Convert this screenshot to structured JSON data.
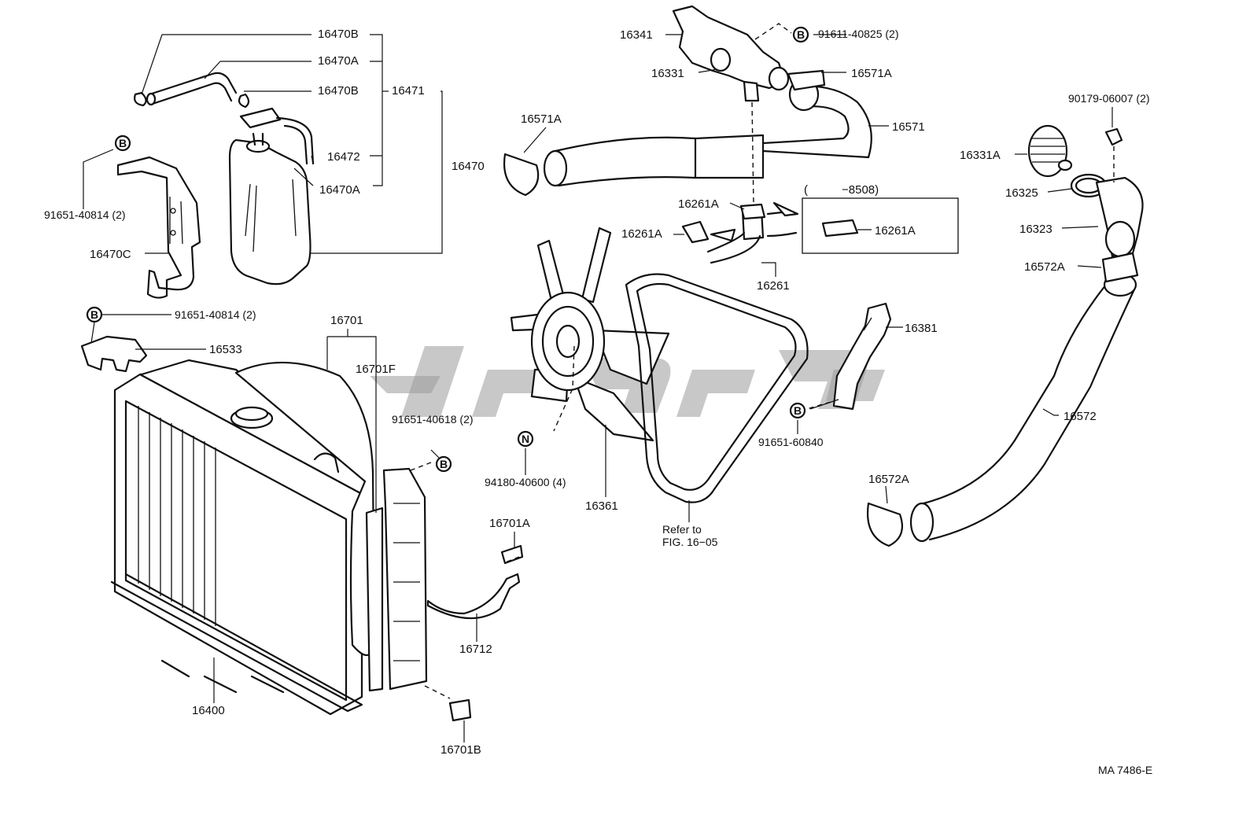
{
  "diagram": {
    "ref_code": "MA 7486-E",
    "note": {
      "line1": "Refer to",
      "line2": "FIG. 16−05"
    },
    "range": {
      "paren": "(",
      "code": "−8508)"
    },
    "circle_letters": {
      "b": "B",
      "n": "N"
    },
    "labels": {
      "p16470B_top": "16470B",
      "p16470A_top": "16470A",
      "p16470B_mid": "16470B",
      "p16471": "16471",
      "p16472": "16472",
      "p16470A_mid": "16470A",
      "p16470": "16470",
      "p91651_40814_a": "91651-40814 (2)",
      "p16470C": "16470C",
      "p91651_40814_b": "91651-40814 (2)",
      "p16533": "16533",
      "p16701": "16701",
      "p16701F": "16701F",
      "p91651_40618": "91651-40618 (2)",
      "p16400": "16400",
      "p16701A": "16701A",
      "p16712": "16712",
      "p16701B": "16701B",
      "p16341": "16341",
      "p91611_40825": "91611-40825 (2)",
      "p16331": "16331",
      "p16571A_top": "16571A",
      "p16571A_left": "16571A",
      "p16571": "16571",
      "p16261A_a": "16261A",
      "p16261A_b": "16261A",
      "p16261A_box": "16261A",
      "p16261": "16261",
      "p16381": "16381",
      "p91651_60840": "91651-60840",
      "p94180_40600": "94180-40600 (4)",
      "p16361": "16361",
      "p90179_06007": "90179-06007 (2)",
      "p16331A": "16331A",
      "p16325": "16325",
      "p16323": "16323",
      "p16572A_top": "16572A",
      "p16572": "16572",
      "p16572A_bottom": "16572A"
    }
  }
}
